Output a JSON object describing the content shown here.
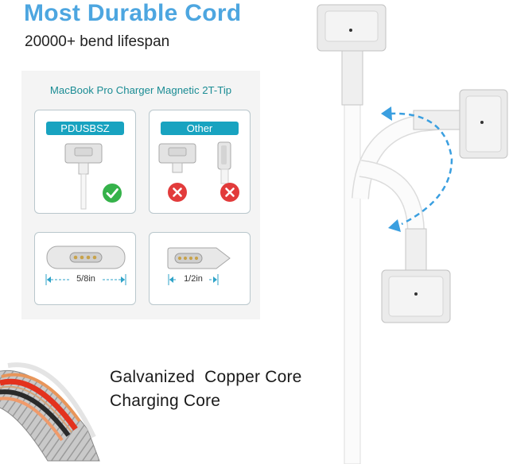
{
  "headline": "Most Durable Cord",
  "subheadline": "20000+ bend lifespan",
  "comparison": {
    "title": "MacBook Pro Charger  Magnetic 2T-Tip",
    "left_tag": "PDUSBSZ",
    "right_tag": "Other",
    "left_measure": "5/8in",
    "right_measure": "1/2in"
  },
  "features": {
    "line1": "Galvanized  Copper Core",
    "line2": "Charging Core"
  },
  "colors": {
    "accent_blue": "#4da6e0",
    "teal": "#18a3c0",
    "check_green": "#35b24a",
    "cross_red": "#e23b3b"
  },
  "icons": [
    "check-icon",
    "cross-icon",
    "bend-arrow-icon"
  ]
}
